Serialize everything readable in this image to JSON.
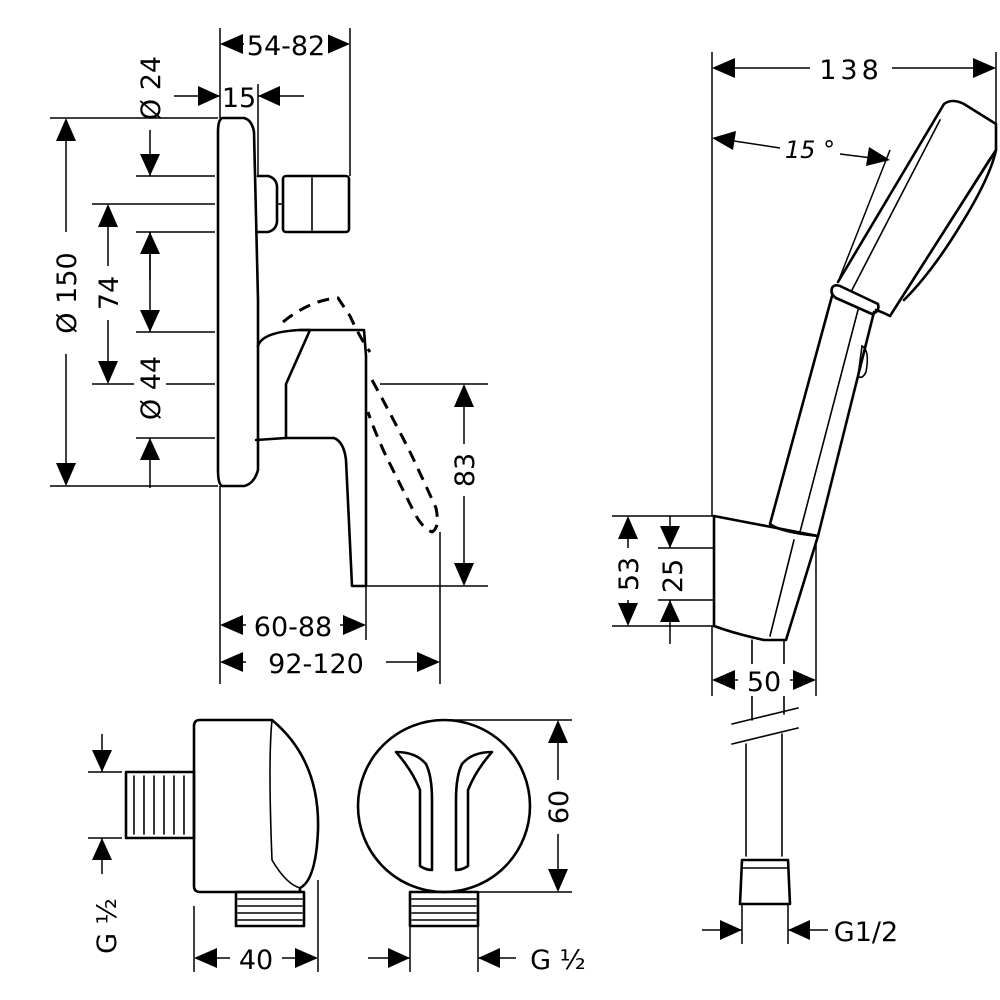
{
  "dimensions": {
    "mixer_depth_range": "54-82",
    "inlet_diameter": "Ø 24",
    "inlet_offset": "15",
    "rosette_diameter": "Ø 150",
    "axis_spacing": "74",
    "handle_base_diameter": "Ø 44",
    "lever_drop": "83",
    "lever_depth_range": "60-88",
    "lever_total_depth_range": "92-120",
    "shower_width": "138",
    "shower_angle": "15 °",
    "holder_height": "53",
    "holder_center": "25",
    "holder_depth": "50",
    "outlet_height": "60",
    "outlet_depth": "40",
    "outlet_thread_left": "G ½",
    "outlet_thread_right": "G ½",
    "hose_thread": "G1/2"
  }
}
